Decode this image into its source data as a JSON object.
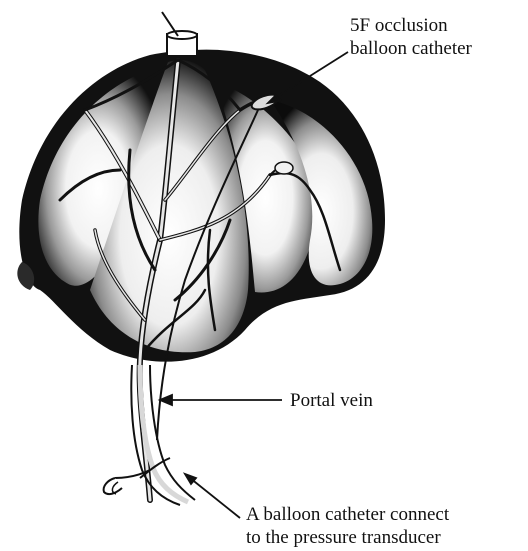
{
  "labels": {
    "occlusion_catheter": [
      "5F occlusion",
      "balloon catheter"
    ],
    "portal_vein": "Portal vein",
    "balloon_catheter": [
      "A balloon catheter connect",
      "to the pressure transducer"
    ]
  },
  "colors": {
    "ink": "#111111",
    "background": "#ffffff",
    "vessel": "#d8d8d8"
  }
}
